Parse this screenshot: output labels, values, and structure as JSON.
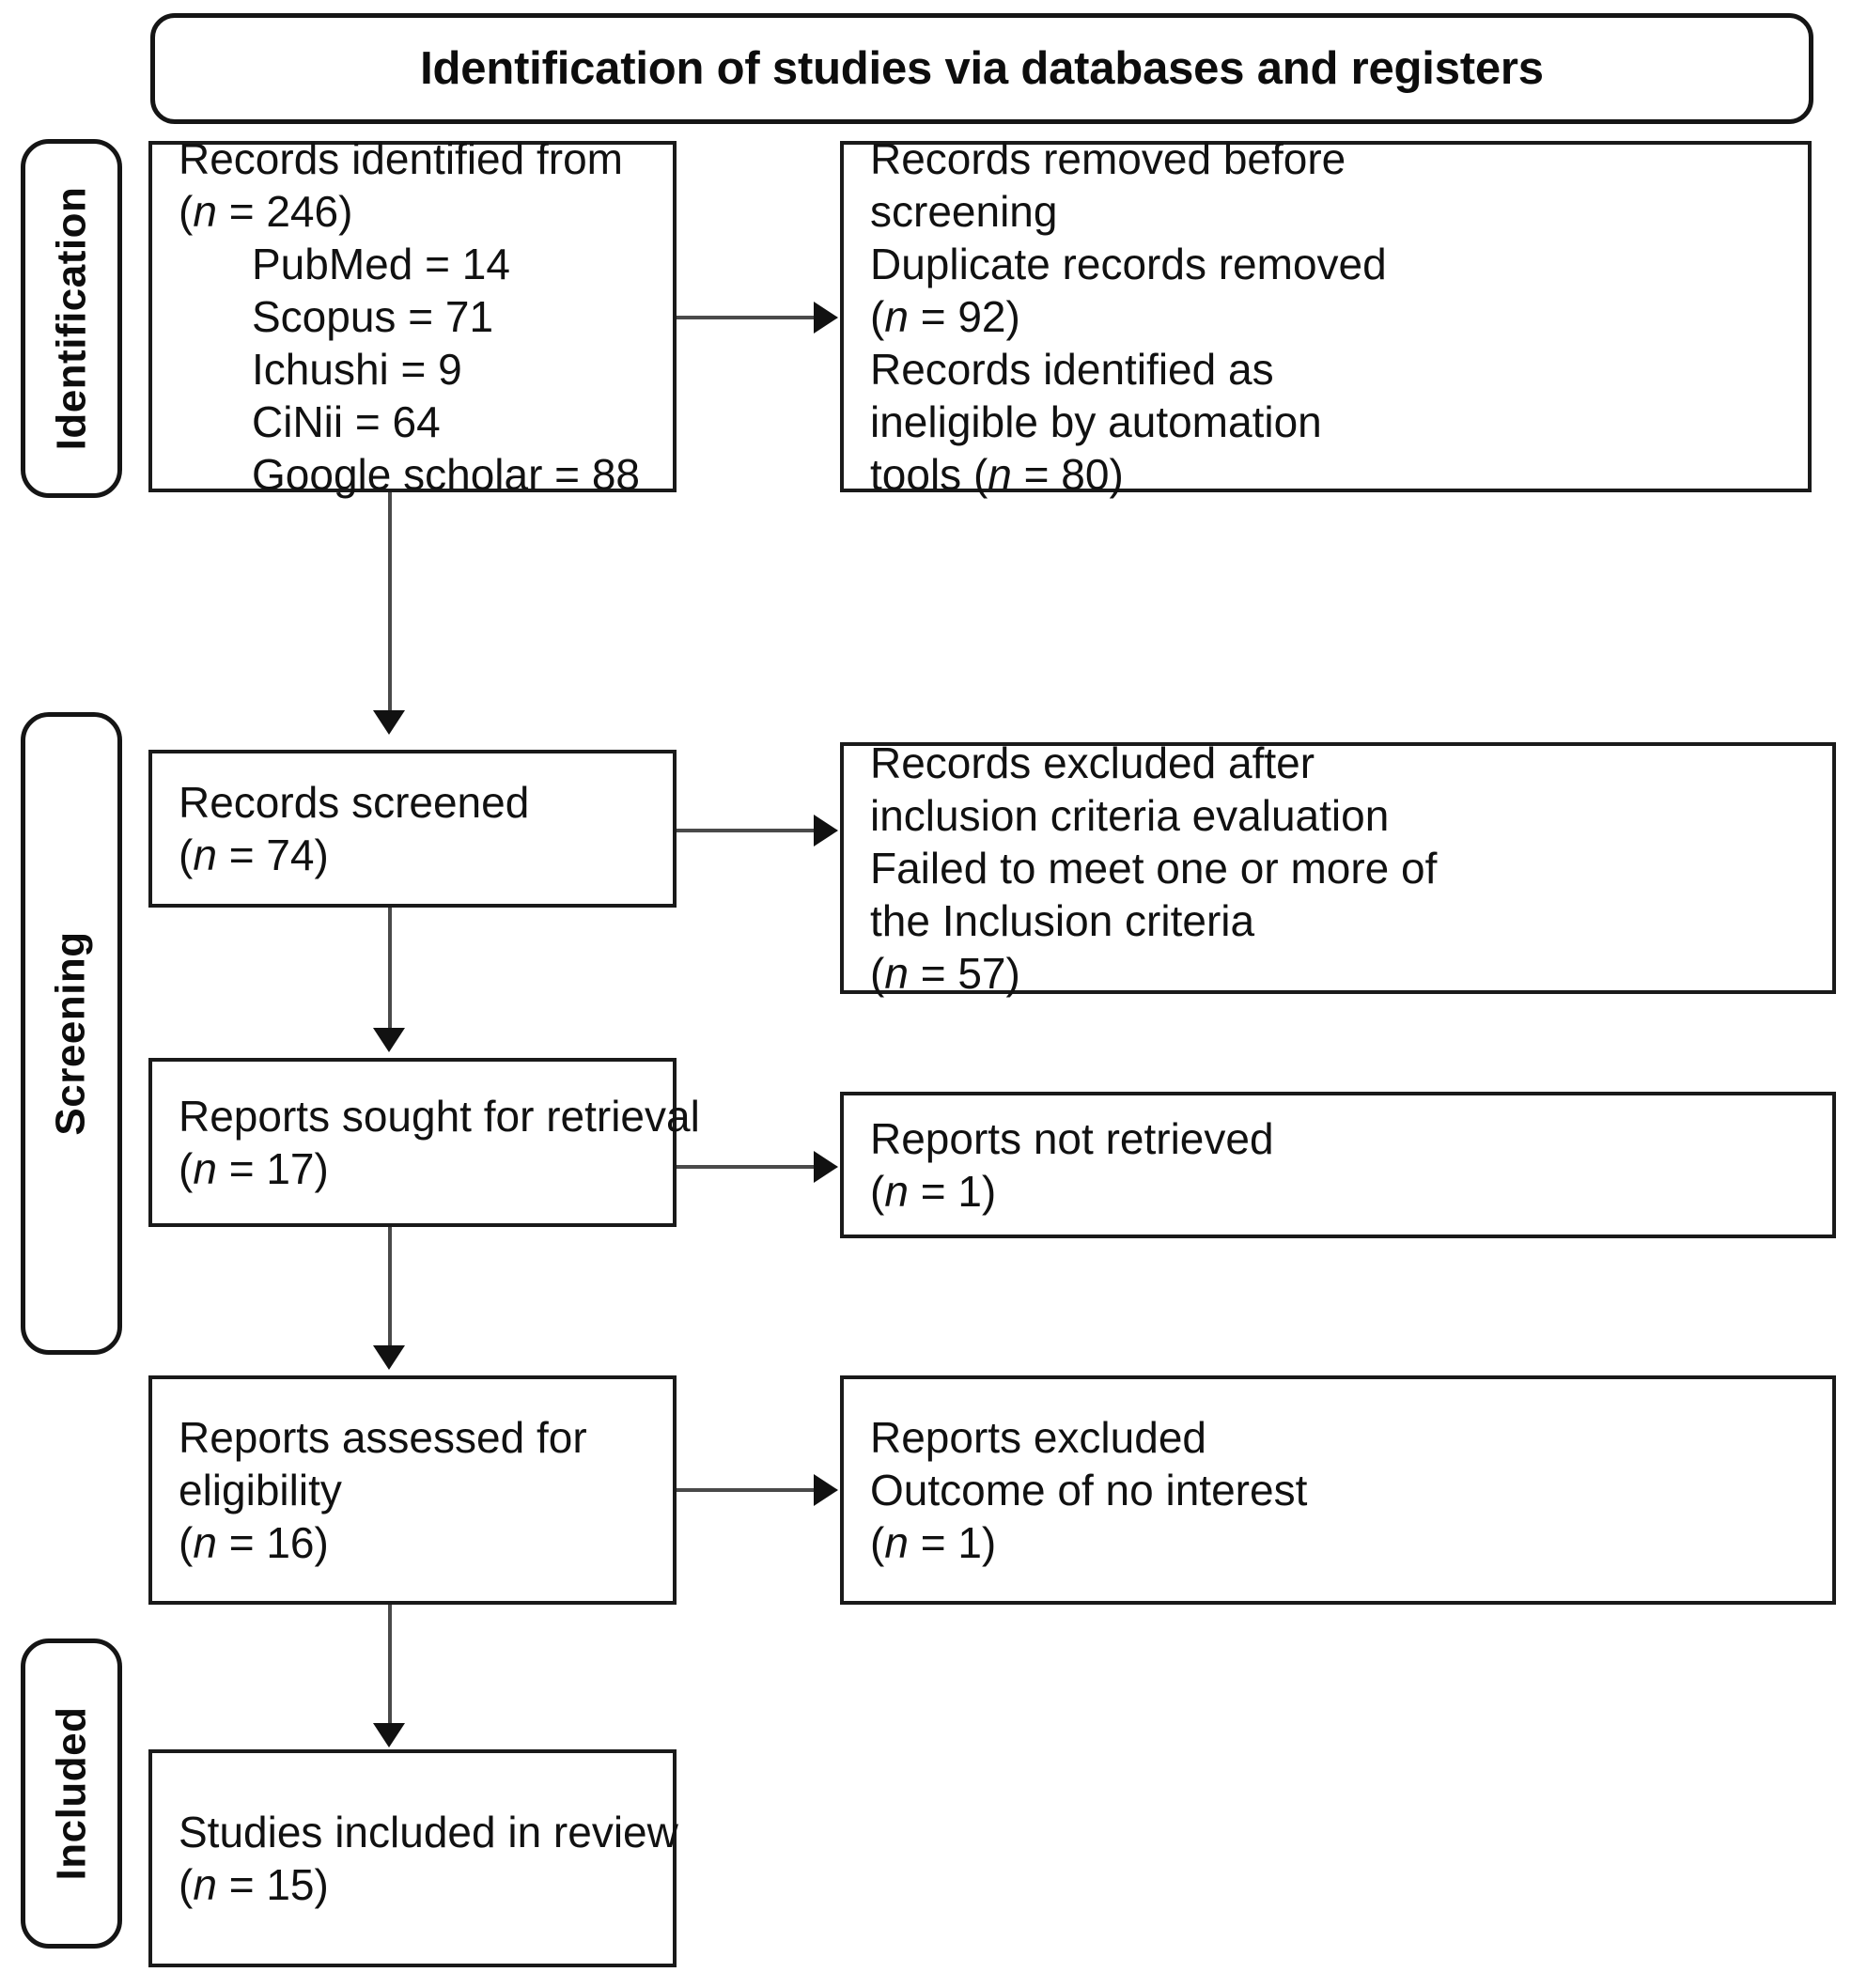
{
  "header": {
    "title": "Identification of studies via databases and registers"
  },
  "stages": [
    {
      "id": "identification",
      "label": "Identification"
    },
    {
      "id": "screening",
      "label": "Screening"
    },
    {
      "id": "included",
      "label": "Included"
    }
  ],
  "boxes": {
    "records_identified": {
      "lines": [
        "Records identified from",
        "(n = 246)"
      ],
      "sources": [
        "PubMed = 14",
        "Scopus = 71",
        "Ichushi = 9",
        "CiNii = 64",
        "Google scholar = 88"
      ]
    },
    "records_removed": {
      "lines": [
        "Records removed before",
        "screening",
        "Duplicate records removed",
        "(n = 92)",
        "Records identified as",
        "ineligible by automation",
        "tools (n = 80)"
      ]
    },
    "records_screened": {
      "lines": [
        "Records screened",
        "(n = 74)"
      ]
    },
    "records_excluded": {
      "lines": [
        "Records excluded after",
        "inclusion criteria evaluation",
        "Failed to meet one or more of",
        "the Inclusion criteria",
        "(n = 57)"
      ]
    },
    "reports_sought": {
      "lines": [
        "Reports sought for retrieval",
        "(n = 17)"
      ]
    },
    "reports_not_retrieved": {
      "lines": [
        "Reports not retrieved",
        "(n = 1)"
      ]
    },
    "reports_assessed": {
      "lines": [
        "Reports assessed for",
        "eligibility",
        "(n = 16)"
      ]
    },
    "reports_excluded": {
      "lines": [
        "Reports excluded",
        "Outcome of no interest",
        "(n = 1)"
      ]
    },
    "studies_included": {
      "lines": [
        "Studies included in review",
        "(n = 15)"
      ]
    }
  },
  "counts": {
    "identified_total": 246,
    "pubmed": 14,
    "scopus": 71,
    "ichushi": 9,
    "cinii": 64,
    "google_scholar": 88,
    "duplicates_removed": 92,
    "ineligible_automation": 80,
    "screened": 74,
    "excluded_criteria": 57,
    "sought_retrieval": 17,
    "not_retrieved": 1,
    "assessed_eligibility": 16,
    "excluded_outcome": 1,
    "included_review": 15
  },
  "colors": {
    "border": "#1a1a1a",
    "connector": "#4a4a4a",
    "background": "#ffffff",
    "text": "#111111"
  }
}
